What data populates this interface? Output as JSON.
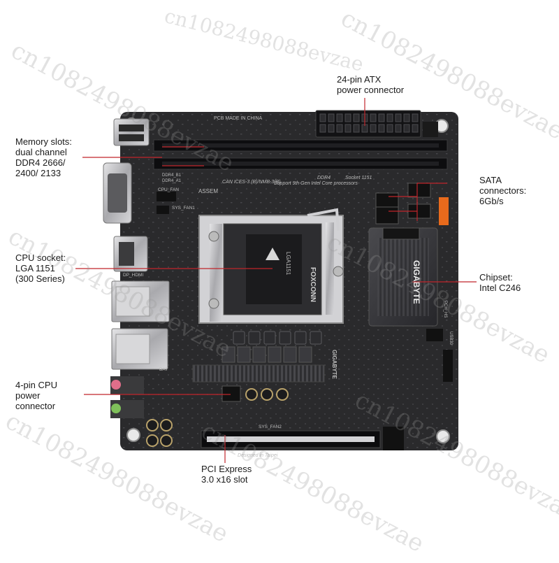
{
  "watermark": "cn1082498088evzae",
  "board": {
    "silkscreen": {
      "pcb_made_in": "PCB MADE IN CHINA",
      "cert": "CAN ICES-3 (B)/NMB-3(B)",
      "ddr4": "DDR4",
      "socket": "Socket 1151",
      "support": "Support 9th Gen Intel Core processors",
      "cpu_fan": "CPU_FAN",
      "sys_fan1": "SYS_FAN1",
      "sys_fan2": "SYS_FAN2",
      "assem": "ASSEM",
      "ddr4_b1": "DDR4_B1",
      "ddr4_a1": "DDR4_A1",
      "dp_hdmi": "DP_HDMI",
      "pch_hs": "PCH_HS",
      "usb30": "USB30",
      "bat": "BAT",
      "designed": "Designed in Taipei",
      "board_brand": "GIGABYTE"
    },
    "socket_brand": "FOXCONN",
    "cpu_text": "LGA1151",
    "chipset_brand": "GIGABYTE"
  },
  "callouts": {
    "memory": [
      "Memory slots:",
      "dual channel",
      "DDR4 2666/",
      "2400/ 2133"
    ],
    "cpu_socket": [
      "CPU socket:",
      "LGA 1151",
      "(300 Series)"
    ],
    "cpu_power": [
      "4-pin CPU",
      "power",
      "connector"
    ],
    "atx": [
      "24-pin ATX",
      "power connector"
    ],
    "sata": [
      "SATA",
      "connectors:",
      "6Gb/s"
    ],
    "chipset": [
      "Chipset:",
      "Intel C246"
    ],
    "pcie": [
      "PCI Express",
      "3.0 x16 slot"
    ]
  },
  "colors": {
    "pcb": "#2a2a2c",
    "pcb_dark": "#1c1c1e",
    "leader": "#c0252b",
    "heatsink": "#3a3a3d",
    "sata_orange": "#e86a1c",
    "silver": "#c9c9cc"
  }
}
